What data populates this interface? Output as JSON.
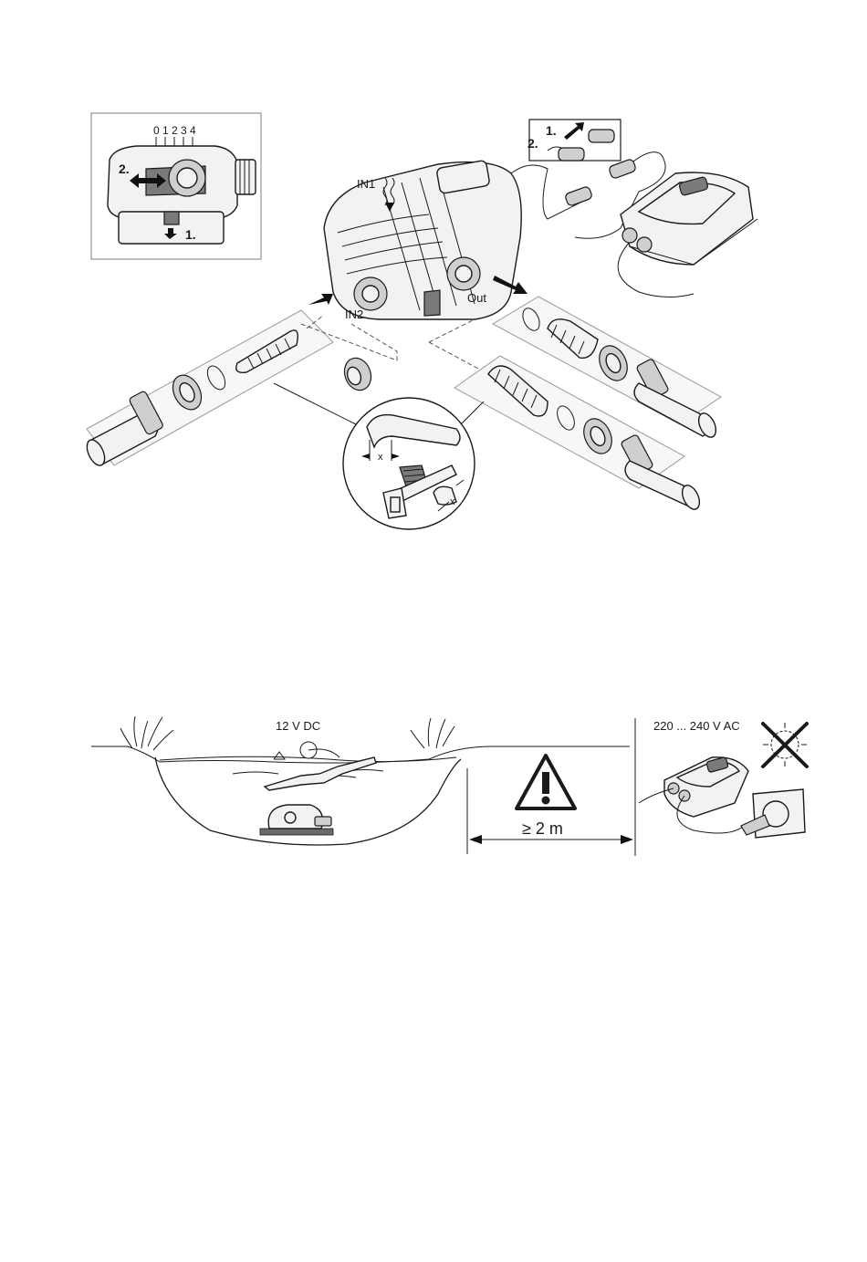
{
  "figure1": {
    "inset_scale": [
      "0",
      "1",
      "2",
      "3",
      "4"
    ],
    "inset_step1": "1.",
    "inset_step2": "2.",
    "inset_minus": "-",
    "label_in1": "IN1",
    "label_in2": "IN2",
    "label_out": "Out",
    "connector_step1": "1.",
    "connector_step2": "2.",
    "cut_mark": "x"
  },
  "figure2": {
    "label_dc": "12 V DC",
    "label_ac": "220 ... 240 V AC",
    "distance": "≥ 2 m"
  },
  "colors": {
    "line": "#1a1a1a",
    "shade": "#7a7a7a",
    "light": "#f2f2f2"
  }
}
